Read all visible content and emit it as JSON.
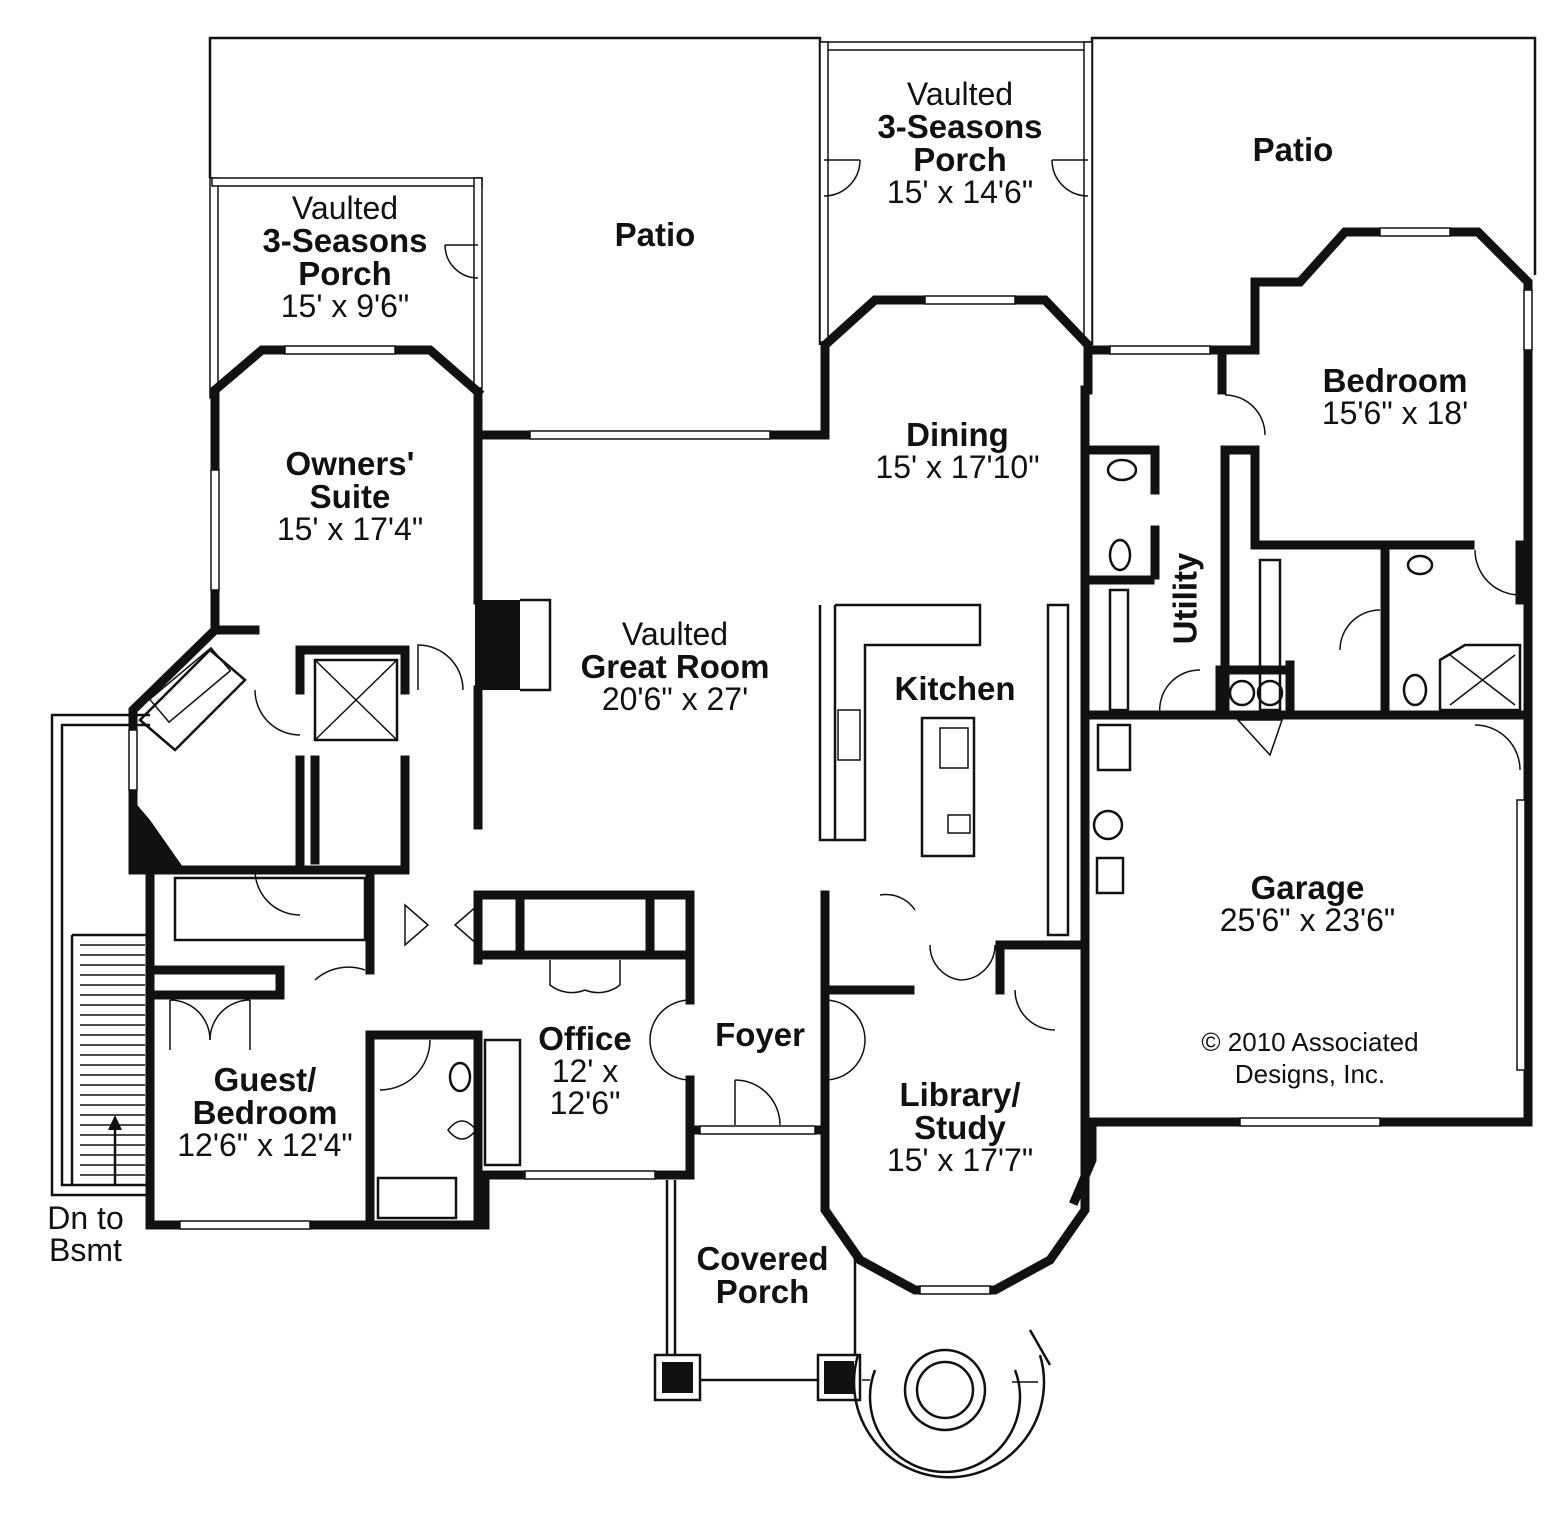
{
  "rooms": {
    "porch_left": {
      "line1": "Vaulted",
      "line2": "3-Seasons",
      "line3": "Porch",
      "dims": "15' x 9'6\""
    },
    "patio_left": {
      "name": "Patio"
    },
    "porch_center": {
      "line1": "Vaulted",
      "line2": "3-Seasons",
      "line3": "Porch",
      "dims": "15' x 14'6\""
    },
    "patio_right": {
      "name": "Patio"
    },
    "bedroom": {
      "name": "Bedroom",
      "dims": "15'6\" x 18'"
    },
    "dining": {
      "name": "Dining",
      "dims": "15' x 17'10\""
    },
    "owners_suite": {
      "line1": "Owners'",
      "line2": "Suite",
      "dims": "15' x 17'4\""
    },
    "great_room": {
      "line1": "Vaulted",
      "line2": "Great Room",
      "dims": "20'6\" x 27'"
    },
    "kitchen": {
      "name": "Kitchen"
    },
    "utility": {
      "name": "Utility"
    },
    "garage": {
      "name": "Garage",
      "dims": "25'6\" x 23'6\""
    },
    "office": {
      "name": "Office",
      "dims1": "12' x",
      "dims2": "12'6\""
    },
    "foyer": {
      "name": "Foyer"
    },
    "library": {
      "line1": "Library/",
      "line2": "Study",
      "dims": "15' x 17'7\""
    },
    "guest": {
      "line1": "Guest/",
      "line2": "Bedroom",
      "dims": "12'6\" x 12'4\""
    },
    "covered_porch": {
      "line1": "Covered",
      "line2": "Porch"
    }
  },
  "notes": {
    "stairs_line1": "Dn to",
    "stairs_line2": "Bsmt",
    "copyright_line1": "© 2010 Associated",
    "copyright_line2": "Designs, Inc."
  }
}
